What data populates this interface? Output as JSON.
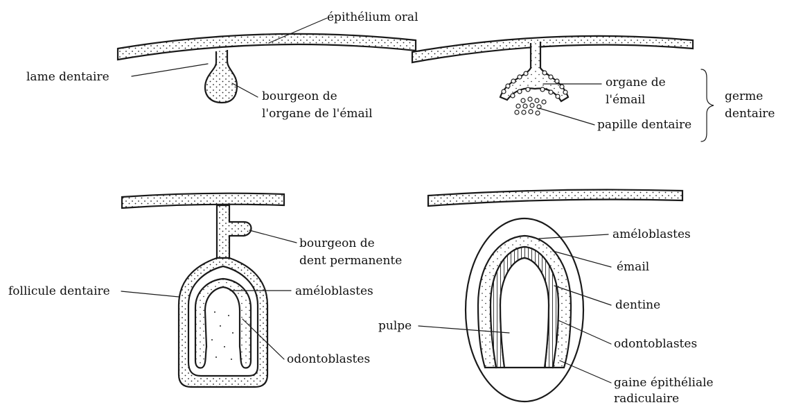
{
  "labels": {
    "epithelium_oral": "épithélium oral",
    "lame_dentaire": "lame dentaire",
    "bourgeon_organe_1": "bourgeon de",
    "bourgeon_organe_2": "l'organe de l'émail",
    "organe_email_1": "organe de",
    "organe_email_2": "l'émail",
    "germe_1": "germe",
    "germe_2": "dentaire",
    "papille": "papille dentaire",
    "bourgeon_perm_1": "bourgeon de",
    "bourgeon_perm_2": "dent permanente",
    "follicule": "follicule dentaire",
    "ameloblastes_c": "améloblastes",
    "odontoblastes_c": "odontoblastes",
    "ameloblastes_d": "améloblastes",
    "email_d": "émail",
    "dentine": "dentine",
    "pulpe": "pulpe",
    "odontoblastes_d": "odontoblastes",
    "gaine_1": "gaine épithéliale",
    "gaine_2": "radiculaire"
  },
  "colors": {
    "ink": "#1a1a1a",
    "background": "#ffffff"
  }
}
